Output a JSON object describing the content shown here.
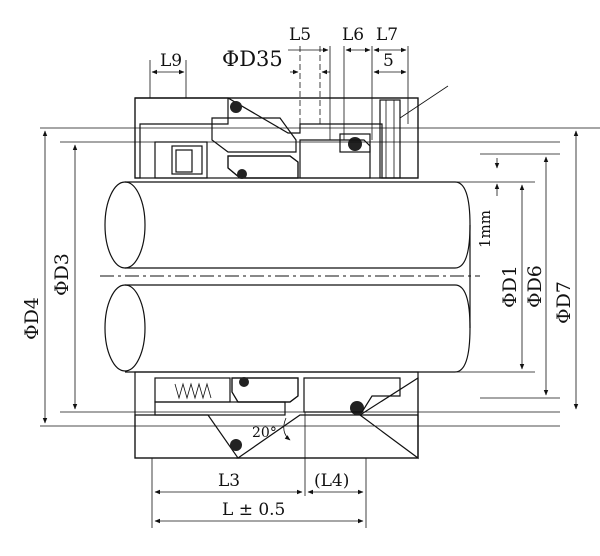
{
  "labels": {
    "l9": "L9",
    "d35": "ΦD35",
    "l5": "L5",
    "l6": "L6",
    "l7": "L7",
    "five": "5",
    "d4": "ΦD4",
    "d3": "ΦD3",
    "d1": "ΦD1",
    "d6": "ΦD6",
    "d7": "ΦD7",
    "one_mm": "1mm",
    "l3": "L3",
    "l4": "(L4)",
    "l_total": "L ± 0.5",
    "angle": "20°"
  },
  "colors": {
    "ptfe_wedge": "#F2B705",
    "seat": "#8C8C8C",
    "housing_hatch": "#222222",
    "line": "#111111",
    "background": "#FFFFFF"
  }
}
